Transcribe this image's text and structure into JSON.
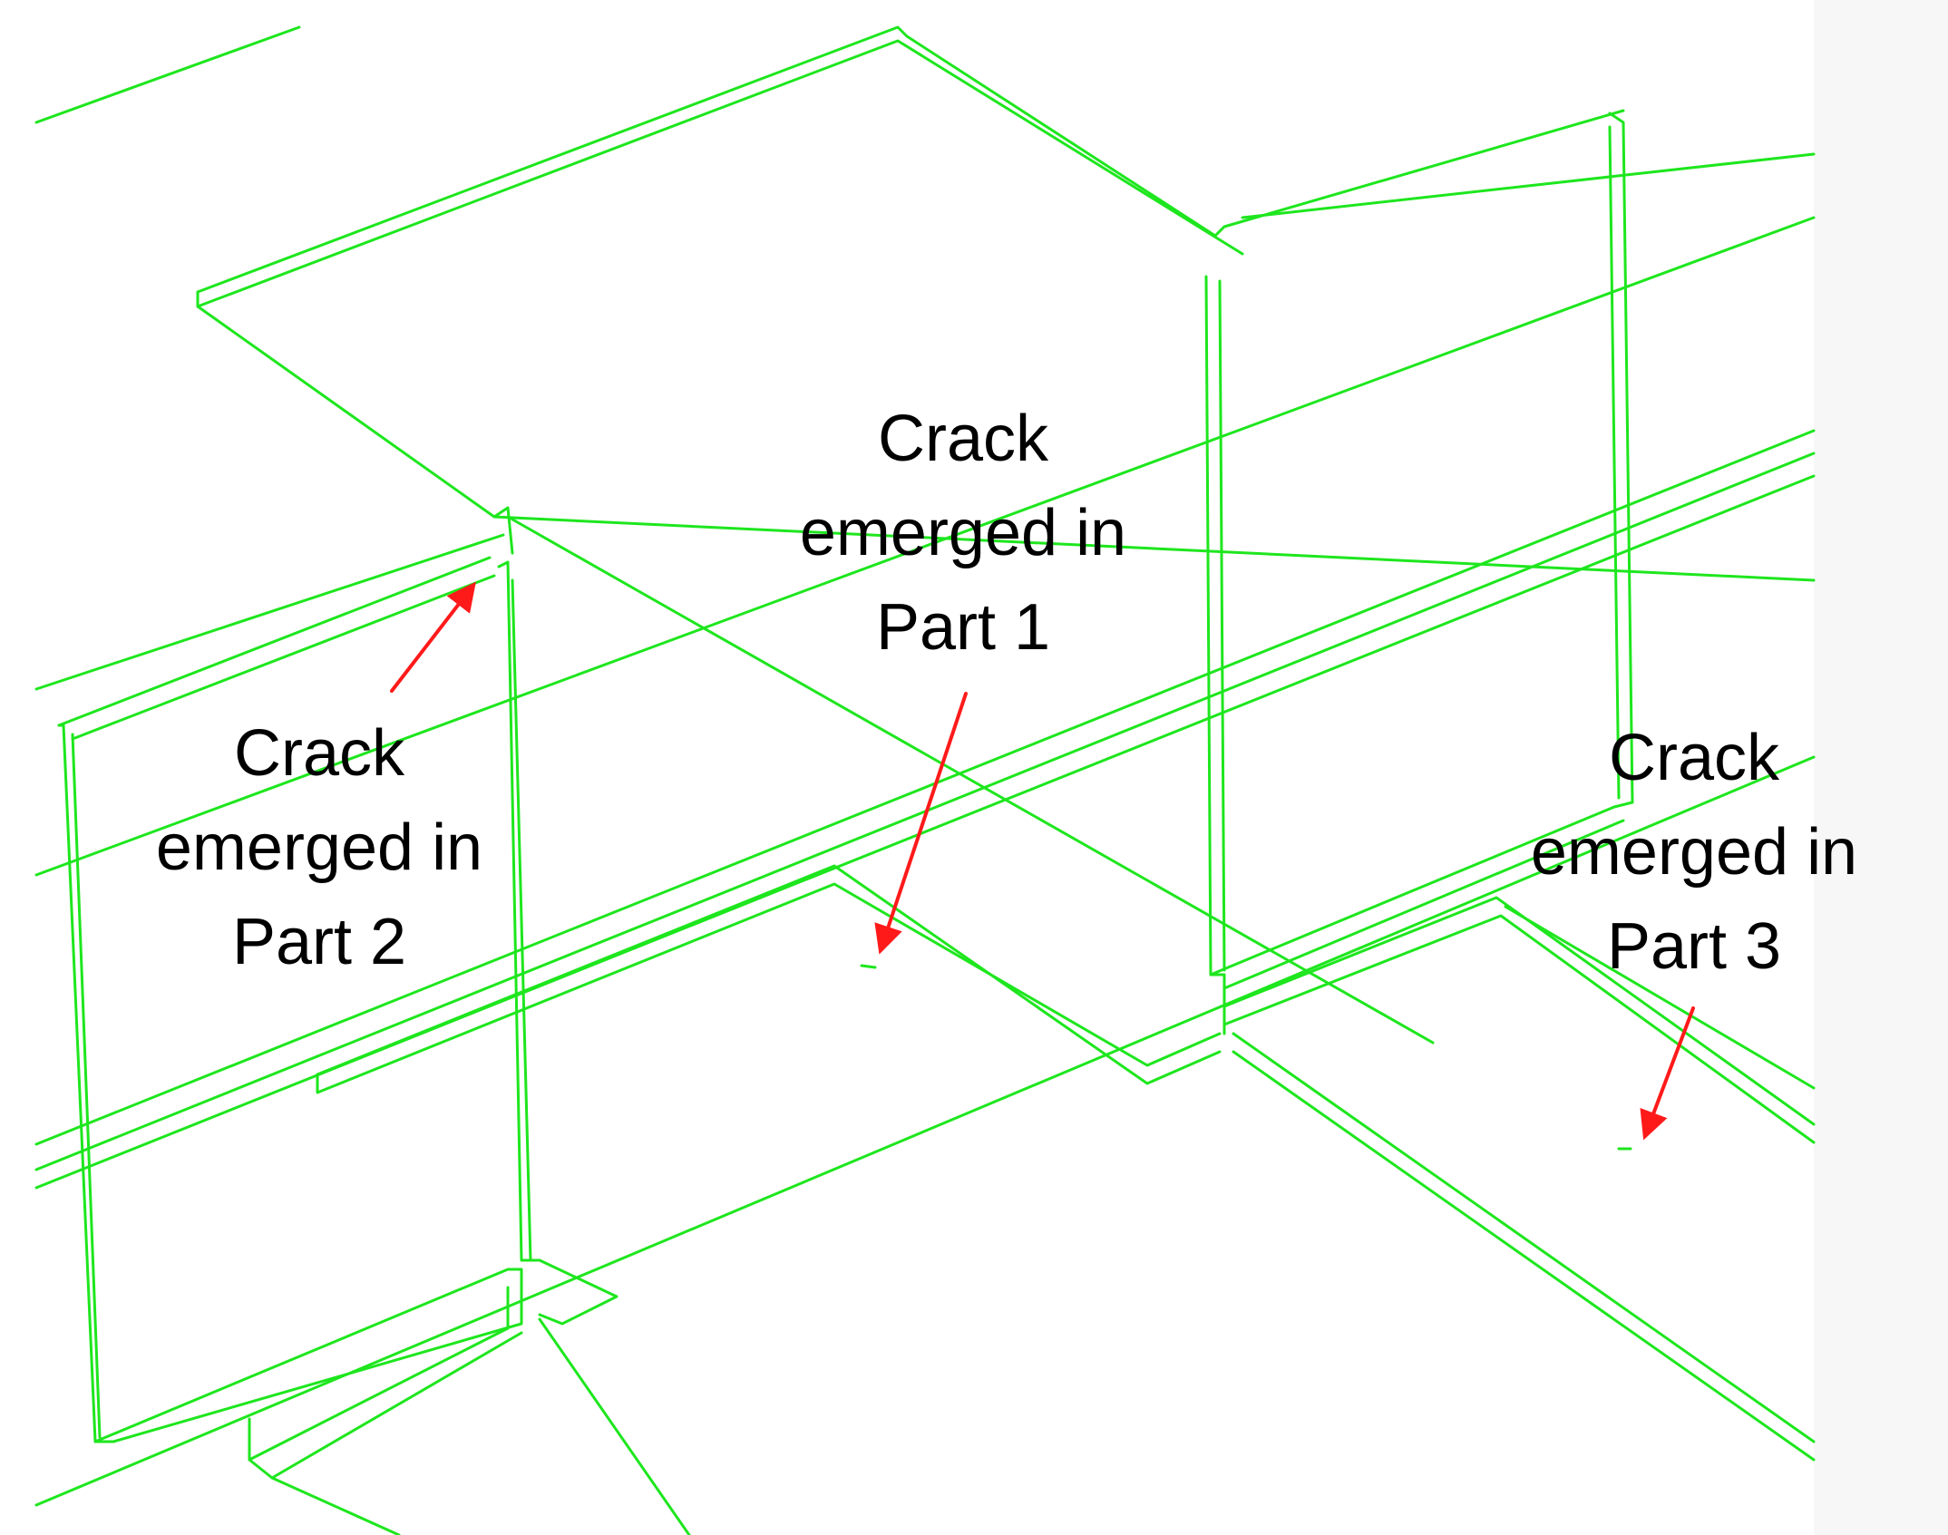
{
  "colors": {
    "wireframe": "#1ee61e",
    "arrow": "#ff1a1a",
    "text": "#000000",
    "side_panel": "#f7f7f7",
    "background": "#ffffff"
  },
  "annotations": [
    {
      "id": "part1",
      "lines": [
        "Crack",
        "emerged in",
        "Part 1"
      ]
    },
    {
      "id": "part2",
      "lines": [
        "Crack",
        "emerged in",
        "Part 2"
      ]
    },
    {
      "id": "part3",
      "lines": [
        "Crack",
        "emerged in",
        "Part 3"
      ]
    }
  ]
}
